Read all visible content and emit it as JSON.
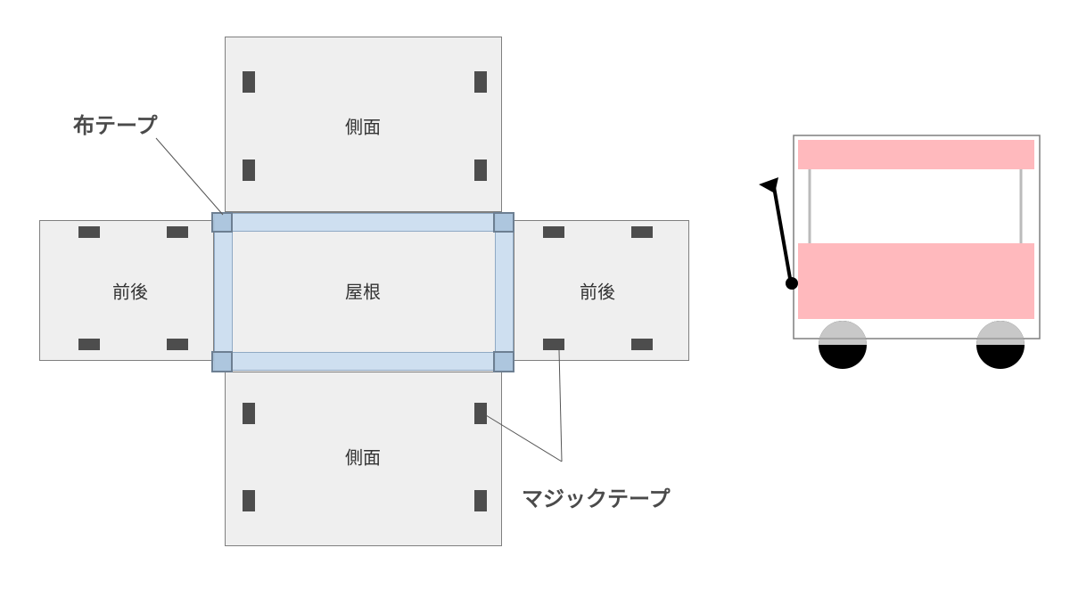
{
  "labels": {
    "side_top": "側面",
    "side_bottom": "側面",
    "front_back_left": "前後",
    "front_back_right": "前後",
    "roof": "屋根"
  },
  "callouts": {
    "cloth_tape": "布テープ",
    "velcro": "マジックテープ"
  },
  "colors": {
    "panel_fill": "#efefef",
    "panel_border": "#7f7f7f",
    "velcro": "#4d4d4d",
    "tape": "#c8dcf0",
    "wagon_pink": "#ffb9bd",
    "wheel_black": "#000000",
    "wheel_gray": "#c8c8c8"
  }
}
